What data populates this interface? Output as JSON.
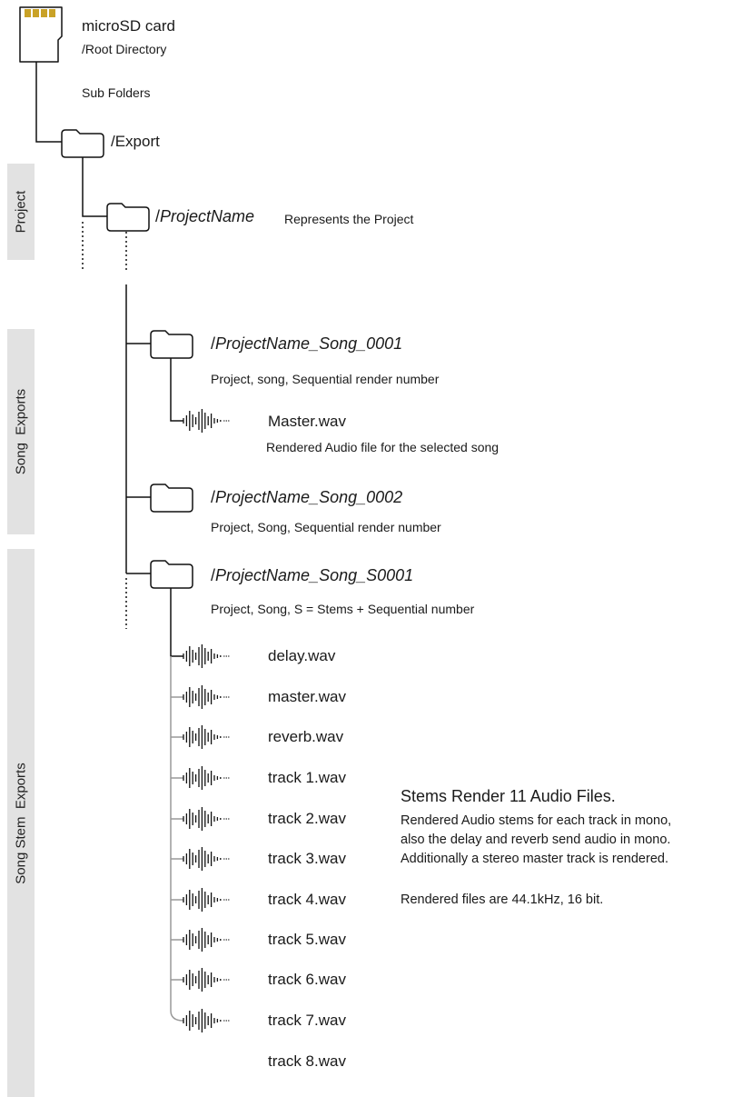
{
  "root": {
    "title": "microSD card",
    "subtitle": "/Root Directory",
    "sub_folders_label": "Sub Folders",
    "card_color": "#c9a227"
  },
  "export_folder": {
    "name": "/Export"
  },
  "project": {
    "slash": "/",
    "name": "ProjectName",
    "description": "Represents the Project"
  },
  "song_exports": [
    {
      "slash": "/",
      "name": "ProjectName_Song_0001",
      "description": "Project, song, Sequential render number"
    },
    {
      "slash": "/",
      "name": "ProjectName_Song_0002",
      "description": "Project, Song, Sequential render number"
    }
  ],
  "master_file": {
    "name": "Master.wav",
    "description": "Rendered Audio file for the selected song"
  },
  "stems_folder": {
    "slash": "/",
    "name": "ProjectName_Song_S0001",
    "description": "Project, Song, S = Stems + Sequential number"
  },
  "stem_files": [
    "delay.wav",
    "master.wav",
    "reverb.wav",
    "track 1.wav",
    "track 2.wav",
    "track 3.wav",
    "track 4.wav",
    "track 5.wav",
    "track 6.wav",
    "track 7.wav",
    "track 8.wav"
  ],
  "stems_note": {
    "title": "Stems Render 11 Audio Files.",
    "lines": [
      "Rendered Audio stems for each track in mono,",
      "also the delay and reverb send audio in mono.",
      "Additionally a stereo master track is rendered."
    ],
    "format": "Rendered files are 44.1kHz, 16 bit."
  },
  "side_labels": {
    "project": "Project",
    "song_exports": "Song  Exports",
    "song_stem_exports": "Song Stem  Exports"
  },
  "colors": {
    "band": "#e2e2e2",
    "line": "#111111",
    "stem_line": "#999999"
  }
}
